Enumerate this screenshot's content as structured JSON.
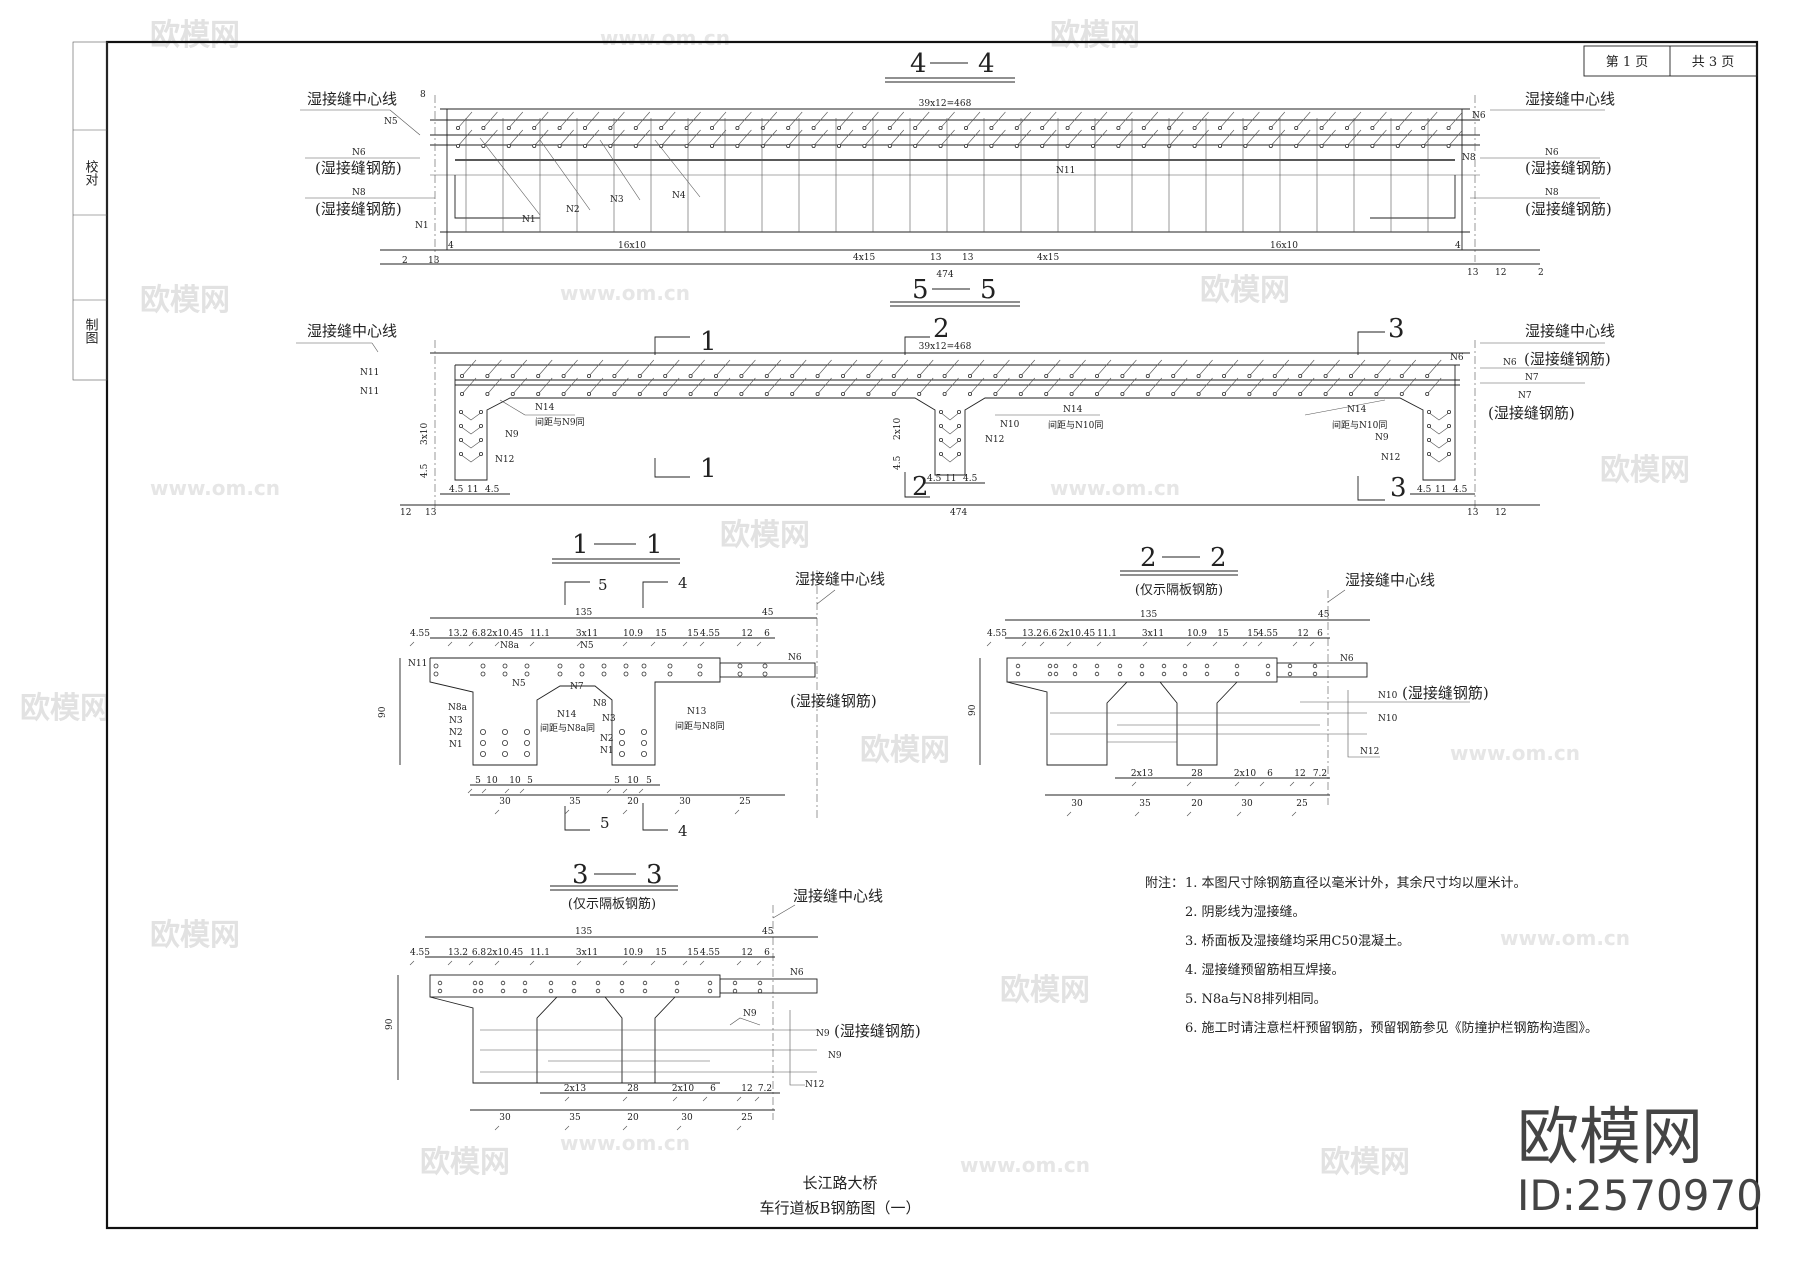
{
  "sheet": {
    "page": "第 1 页",
    "total": "共 3 页",
    "side_labels": [
      "校对",
      "制图"
    ]
  },
  "title": {
    "project": "长江路大桥",
    "drawing": "车行道板B钢筋图（一）"
  },
  "watermark": {
    "brand": "欧模网",
    "id": "ID:2570970",
    "url": "www.om.cn"
  },
  "common": {
    "wet_joint_centerline": "湿接缝中心线",
    "wet_joint_rebar": "(湿接缝钢筋)",
    "diaphragm_only": "(仅示隔板钢筋)"
  },
  "section_44": {
    "mark": "4",
    "top_dim": "39x12=468",
    "left_labels": {
      "n5": "N5",
      "n6": "N6",
      "n8": "N8",
      "n1": "N1"
    },
    "inner_labels": [
      "N1",
      "N2",
      "N3",
      "N4",
      "N11"
    ],
    "right_labels": {
      "n6a": "N6",
      "n8a": "N8",
      "n6": "N6",
      "n8": "N8"
    },
    "dims": {
      "d8": "8",
      "d2": "2",
      "d13": "13",
      "d4": "4",
      "left_span": "16x10",
      "mid_left": "4x15",
      "c13a": "13",
      "c13b": "13",
      "total": "474",
      "mid_right": "4x15",
      "right_span": "16x10",
      "d4r": "4",
      "d13r": "13",
      "d12r": "12",
      "d2r": "2"
    }
  },
  "section_55": {
    "mark": "5",
    "top_dim": "39x12=468",
    "cut_marks": [
      "1",
      "2",
      "3"
    ],
    "labels": {
      "n11a": "N11",
      "n11b": "N11",
      "n14a": "N14",
      "n14a_note": "间距与N9同",
      "n9a": "N9",
      "n12a": "N12",
      "n10": "N10",
      "n12b": "N12",
      "n14b": "N14",
      "n14b_note": "间距与N10同",
      "n14c": "N14",
      "n14c_note": "间距与N10同",
      "n9c": "N9",
      "n12c": "N12",
      "n6a": "N6",
      "n6b": "N6",
      "n7a": "N7",
      "n7b": "N7"
    },
    "dims": {
      "v3x10": "3x10",
      "v2x10": "2x10",
      "v45a": "4.5",
      "v45b": "4.5",
      "w45a": "4.5",
      "w11a": "11",
      "w45b": "4.5",
      "m45a": "4.5",
      "m11": "11",
      "m45b": "4.5",
      "r45a": "4.5",
      "r11": "11",
      "r45b": "4.5",
      "d12": "12",
      "d13": "13",
      "total": "474",
      "d13r": "13",
      "d12r": "12"
    }
  },
  "section_11": {
    "mark": "1",
    "cut_marks": [
      "5",
      "4"
    ],
    "top_dims": [
      "135",
      "45"
    ],
    "row_dims": [
      "4.55",
      "13.2",
      "6.8",
      "2x10.45",
      "11.1",
      "3x11",
      "10.9",
      "15",
      "15",
      "4.55",
      "12",
      "6"
    ],
    "height": "90",
    "labels": {
      "n11": "N11",
      "n8a": "N8a",
      "n5": "N5",
      "n6": "N6",
      "n5b": "N5",
      "n7": "N7",
      "n8a_b": "N8a",
      "n3": "N3",
      "n2": "N2",
      "n1": "N1",
      "n14": "N14",
      "n14_note": "间距与N8a同",
      "n8": "N8",
      "n3b": "N3",
      "n2b": "N2",
      "n1b": "N1",
      "n13": "N13",
      "n13_note": "间距与N8同"
    },
    "web_dims": [
      "5",
      "10",
      "10",
      "5",
      "5",
      "10",
      "5"
    ],
    "bottom_dims": [
      "30",
      "35",
      "20",
      "30",
      "25"
    ]
  },
  "section_22": {
    "mark": "2",
    "top_dims": [
      "135",
      "45"
    ],
    "row_dims": [
      "4.55",
      "13.2",
      "6.6",
      "2x10.45",
      "11.1",
      "3x11",
      "10.9",
      "15",
      "15",
      "4.55",
      "12",
      "6"
    ],
    "height": "90",
    "labels": {
      "n6": "N6",
      "n10a": "N10",
      "n10b": "N10",
      "n12": "N12"
    },
    "bottom_dims_1": [
      "2x13",
      "28",
      "2x10",
      "6",
      "12",
      "7.2"
    ],
    "bottom_dims_2": [
      "30",
      "35",
      "20",
      "30",
      "25"
    ]
  },
  "section_33": {
    "mark": "3",
    "top_dims": [
      "135",
      "45"
    ],
    "row_dims": [
      "4.55",
      "13.2",
      "6.8",
      "2x10.45",
      "11.1",
      "3x11",
      "10.9",
      "15",
      "15",
      "4.55",
      "12",
      "6"
    ],
    "height": "90",
    "labels": {
      "n6": "N6",
      "n9a": "N9",
      "n9b": "N9",
      "n9c": "N9",
      "n12": "N12"
    },
    "bottom_dims_1": [
      "2x13",
      "28",
      "2x10",
      "6",
      "12",
      "7.2"
    ],
    "bottom_dims_2": [
      "30",
      "35",
      "20",
      "30",
      "25"
    ]
  },
  "notes": {
    "heading": "附注：",
    "items": [
      "1.  本图尺寸除钢筋直径以毫米计外，其余尺寸均以厘米计。",
      "2.  阴影线为湿接缝。",
      "3.  桥面板及湿接缝均采用C50混凝土。",
      "4.  湿接缝预留筋相互焊接。",
      "5.  N8a与N8排列相同。",
      "6.  施工时请注意栏杆预留钢筋，预留钢筋参见《防撞护栏钢筋构造图》。"
    ]
  }
}
